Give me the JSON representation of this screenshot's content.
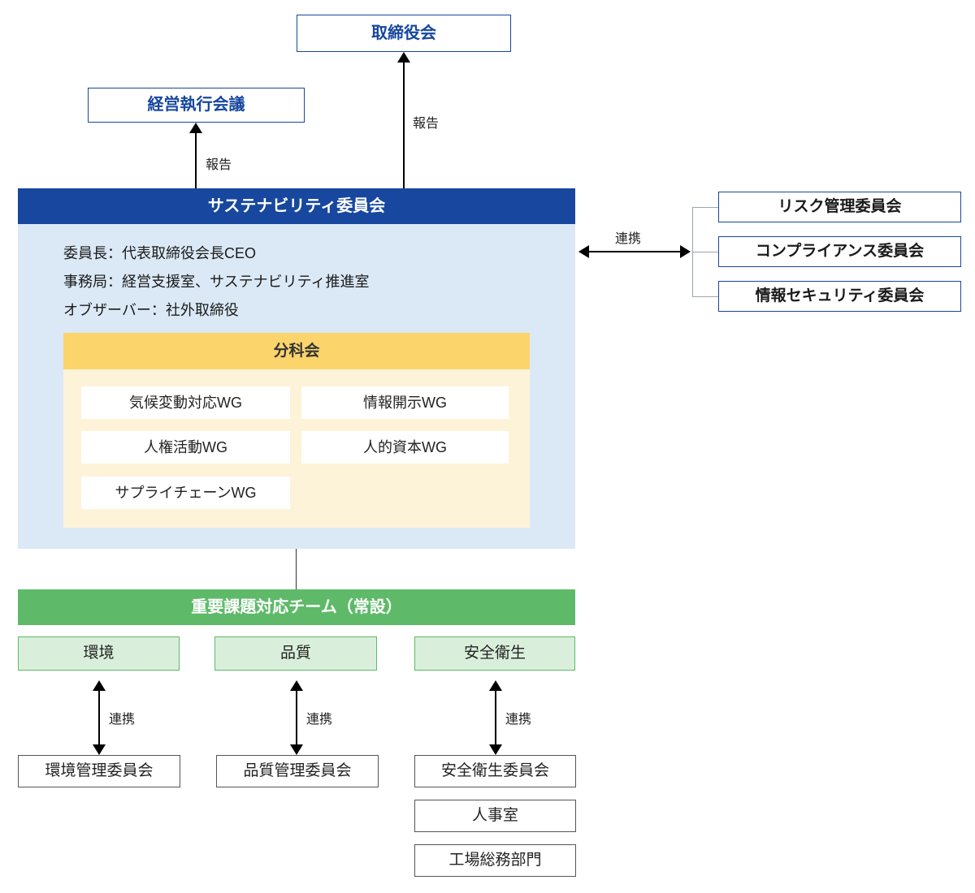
{
  "colors": {
    "blue": "#17479e",
    "blue_light": "#dbe9f6",
    "yellow": "#fbd46c",
    "yellow_light": "#fdf3d8",
    "green": "#5eba69",
    "green_light": "#d9efdb"
  },
  "top": {
    "board": "取締役会",
    "exec": "経営執行会議",
    "report_board": "報告",
    "report_exec": "報告"
  },
  "sustainability": {
    "title": "サステナビリティ委員会",
    "lines": [
      "委員長：代表取締役会長CEO",
      "事務局：経営支援室、サステナビリティ推進室",
      "オブザーバー：社外取締役"
    ],
    "subcommittee": {
      "title": "分科会",
      "wgs": [
        "気候変動対応WG",
        "情報開示WG",
        "人権活動WG",
        "人的資本WG",
        "サプライチェーンWG"
      ]
    }
  },
  "right_panel": {
    "collab_label": "連携",
    "committees": [
      "リスク管理委員会",
      "コンプライアンス委員会",
      "情報セキュリティ委員会"
    ]
  },
  "team": {
    "title": "重要課題対応チーム（常設）",
    "areas": [
      "環境",
      "品質",
      "安全衛生"
    ],
    "collab_labels": [
      "連携",
      "連携",
      "連携"
    ],
    "committees": [
      "環境管理委員会",
      "品質管理委員会",
      "安全衛生委員会"
    ],
    "extra": [
      "人事室",
      "工場総務部門"
    ]
  }
}
